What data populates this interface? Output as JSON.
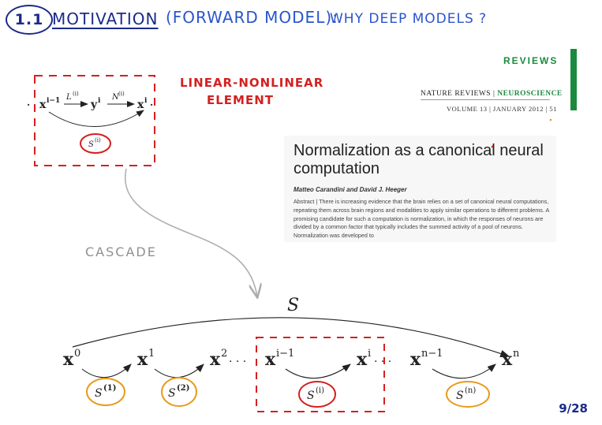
{
  "header": {
    "section_number": "1.1",
    "title": "MOTIVATION",
    "subtitle": "(FORWARD MODEL):",
    "subtitle2": "WHY DEEP MODELS ?"
  },
  "notes": {
    "linear_nonlinear_line1": "LINEAR-NONLINEAR",
    "linear_nonlinear_line2": "ELEMENT",
    "cascade": "CASCADE"
  },
  "paper": {
    "section": "REVIEWS",
    "journal_prefix": "NATURE REVIEWS | ",
    "journal_name": "NEUROSCIENCE",
    "volume": "VOLUME 13 | JANUARY 2012 | 51",
    "title": "Normalization as a canonical neural computation",
    "authors": "Matteo Carandini and David J. Heeger",
    "abstract": "Abstract | There is increasing evidence that the brain relies on a set of canonical neural computations, repeating them across brain regions and modalities to apply similar operations to different problems. A promising candidate for such a computation is normalization, in which the responses of neurons are divided by a common factor that typically includes the summed activity of a pool of neurons. Normalization was developed to"
  },
  "element_diagram": {
    "x_prev": "x",
    "x_prev_sup": "i−1",
    "y": "y",
    "y_sup": "i",
    "x_cur": "x",
    "x_cur_sup": "i",
    "L_label": "L",
    "L_sup": "(i)",
    "N_label": "N",
    "N_sup": "(i)",
    "S_label": "S",
    "S_sup": "(i)",
    "dots_left": "·",
    "dots_right": "·"
  },
  "cascade_diagram": {
    "S_total": "S",
    "nodes": [
      {
        "base": "x",
        "sup": "0"
      },
      {
        "base": "x",
        "sup": "1"
      },
      {
        "base": "x",
        "sup": "2"
      },
      {
        "base": "x",
        "sup": "i−1"
      },
      {
        "base": "x",
        "sup": "i"
      },
      {
        "base": "x",
        "sup": "n−1"
      },
      {
        "base": "x",
        "sup": "n"
      }
    ],
    "dots1": "· · ·",
    "dots2": "· · ·",
    "stages": [
      {
        "base": "S",
        "sup": "(1)"
      },
      {
        "base": "S",
        "sup": "(2)"
      },
      {
        "base": "S",
        "sup": "(i)"
      },
      {
        "base": "S",
        "sup": "(n)"
      }
    ]
  },
  "page_number": "9/28",
  "colors": {
    "title_blue": "#1a2a8a",
    "subtitle_blue": "#2a55cc",
    "red": "#d42020",
    "orange": "#e89a1a",
    "green": "#1c8a3e",
    "gray_arrow": "#b0b0b0"
  }
}
